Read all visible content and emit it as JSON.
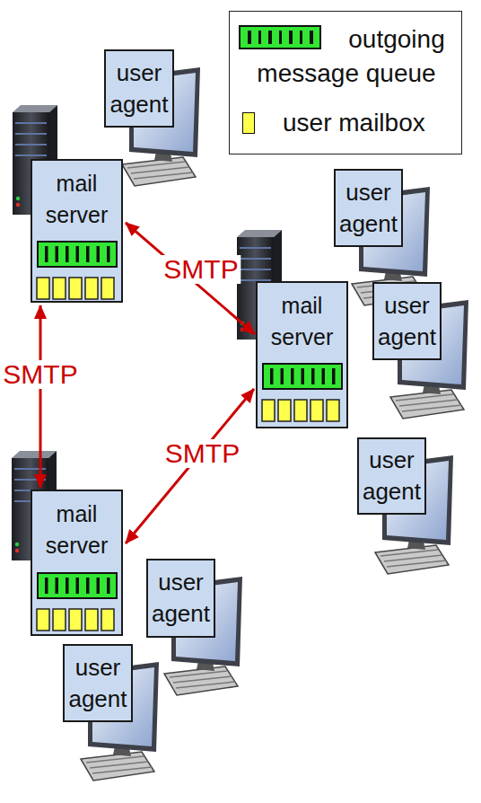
{
  "diagram": {
    "nodes": [
      {
        "text": [
          "user agent"
        ]
      },
      {
        "text": [
          "mail server"
        ]
      },
      {
        "text": [
          "user agent"
        ]
      },
      {
        "text": [
          "mail server"
        ]
      },
      {
        "text": [
          "user agent"
        ]
      },
      {
        "text": [
          "user agent"
        ]
      },
      {
        "text": [
          "mail server"
        ]
      },
      {
        "text": [
          "user agent"
        ]
      },
      {
        "text": [
          "user agent"
        ]
      }
    ],
    "edges": [
      {
        "from": 1,
        "to": 3,
        "arrow": "both",
        "label": "SMTP"
      },
      {
        "from": 1,
        "to": 6,
        "arrow": "both",
        "label": "SMTP"
      },
      {
        "from": 6,
        "to": 3,
        "arrow": "both",
        "label": "SMTP"
      }
    ],
    "legend": [
      {
        "text": "outgoing message queue",
        "color": "#33e633"
      },
      {
        "text": "user mailbox",
        "color": "#ffff4d"
      }
    ]
  }
}
